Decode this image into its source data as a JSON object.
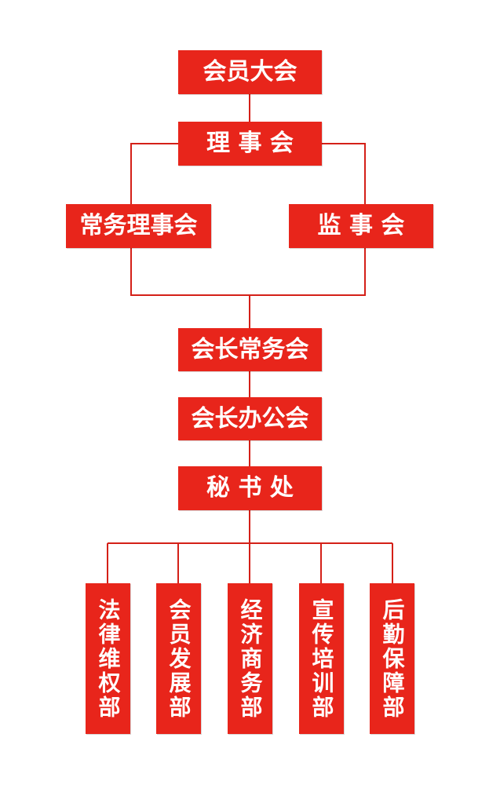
{
  "colors": {
    "box": "#e8251b",
    "line": "#d42018",
    "text": "#ffffff",
    "background": "#ffffff"
  },
  "org": {
    "general_assembly": "会员大会",
    "council": "理 事 会",
    "standing_council": "常务理事会",
    "supervisory_board": "监 事 会",
    "president_standing": "会长常务会",
    "president_office": "会长办公会",
    "secretariat": "秘 书 处",
    "departments": [
      "法律维权部",
      "会员发展部",
      "经济商务部",
      "宣传培训部",
      "后勤保障部"
    ]
  }
}
